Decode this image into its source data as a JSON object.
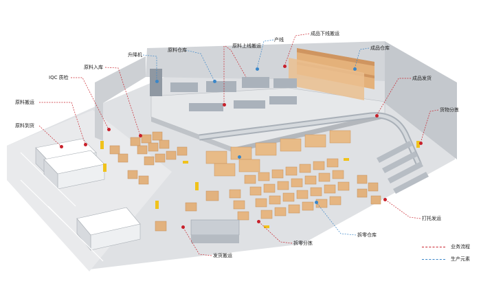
{
  "colors": {
    "business_flow": "#c8202a",
    "production_element": "#3a86c8",
    "floor": "#d9dbde",
    "wall": "#c6c9cd",
    "box": "#e2b27e",
    "box_dark": "#c98e55",
    "equipment": "#9aa3ad"
  },
  "labels": {
    "raw_receiving": "原料到货",
    "raw_handling": "原料搬运",
    "iqc_check": "IQC 质检",
    "raw_inbound": "原料入库",
    "lift": "升降机",
    "raw_warehouse": "原料仓库",
    "raw_to_line": "原料上线搬运",
    "production_line": "产线",
    "finished_offline": "成品下线搬运",
    "finished_warehouse": "成品仓库",
    "finished_shipping": "成品发货",
    "cargo_sorting": "货物分拣",
    "pallet_shipping": "打托发运",
    "split_warehouse": "拆零仓库",
    "split_picking": "拆零分拣",
    "dispatch_handling": "发货搬运"
  },
  "legend": {
    "business_flow": "业务流程",
    "production_element": "生产元素"
  }
}
